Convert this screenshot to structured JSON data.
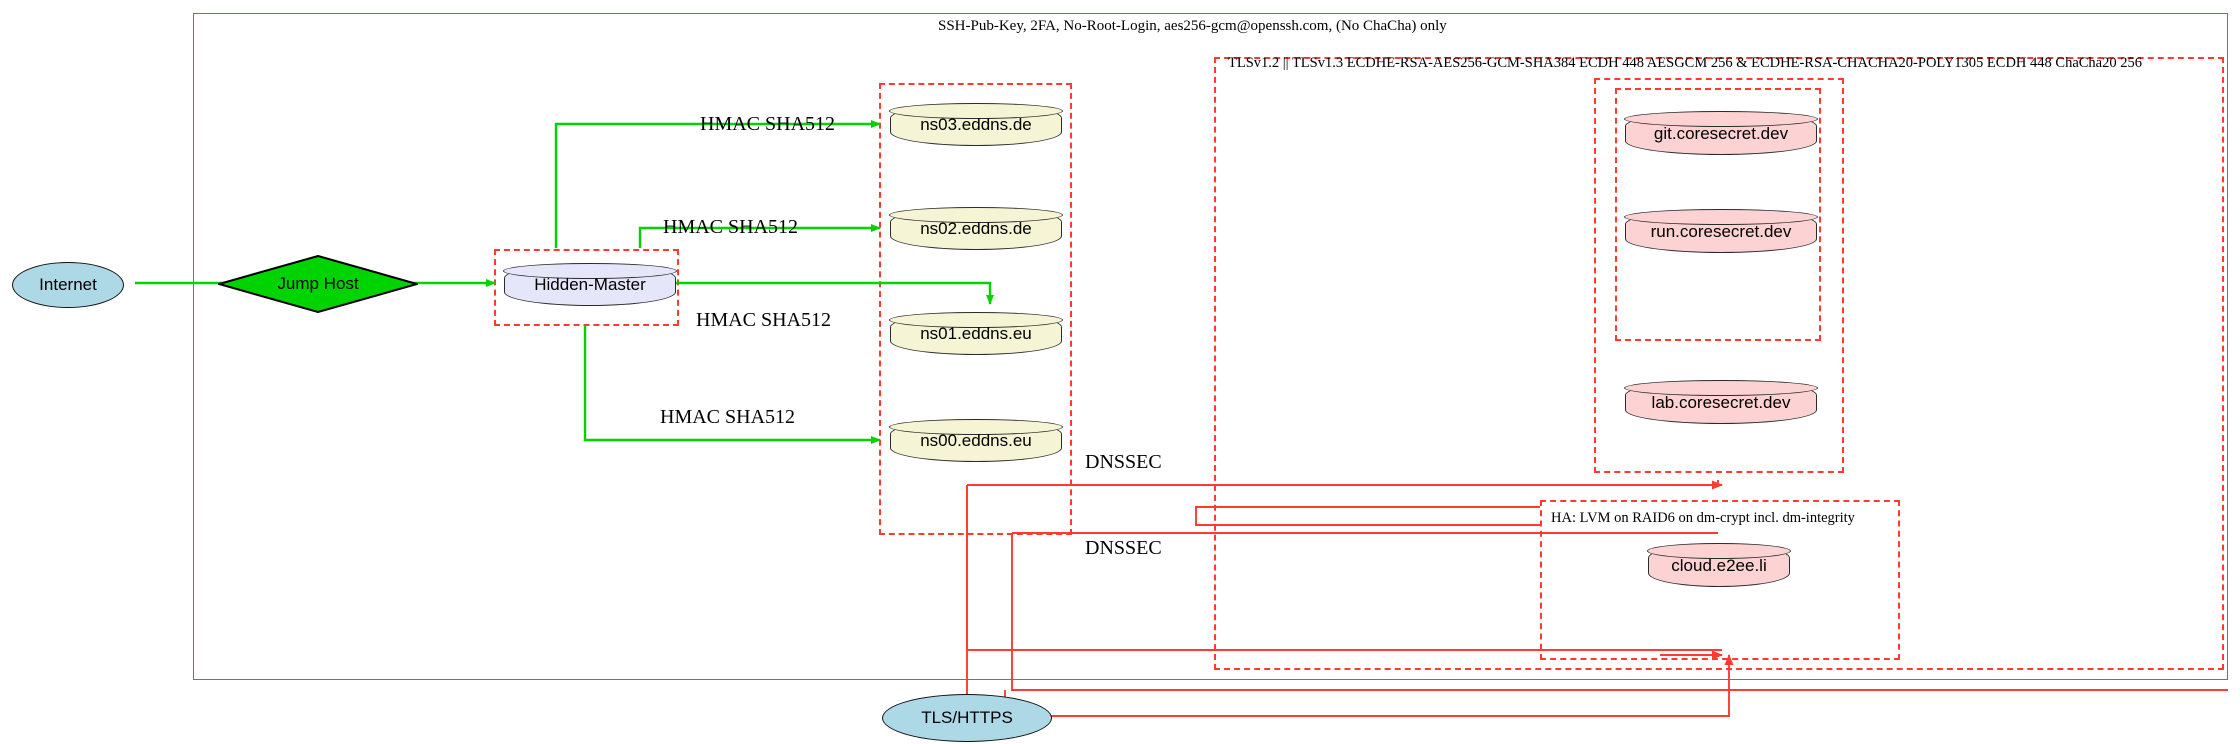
{
  "diagram": {
    "title_banner": "SSH-Pub-Key, 2FA, No-Root-Login, aes256-gcm@openssh.com, (No ChaCha) only",
    "tls_banner": "TLSv1.2 || TLSv1.3 ECDHE-RSA-AES256-GCM-SHA384 ECDH 448 AESGCM 256 & ECDHE-RSA-CHACHA20-POLY1305 ECDH 448 ChaCha20 256",
    "ha_banner": "HA: LVM on RAID6 on dm-crypt incl. dm-integrity"
  },
  "nodes": {
    "internet": {
      "label": "Internet",
      "shape": "ellipse",
      "color": "#add8e6"
    },
    "jump_host": {
      "label": "Jump Host",
      "shape": "diamond",
      "color": "#00d400"
    },
    "hidden_master": {
      "label": "Hidden-Master",
      "shape": "cylinder",
      "color": "#e6e6fa"
    },
    "tls_https": {
      "label": "TLS/HTTPS",
      "shape": "ellipse",
      "color": "#add8e6"
    },
    "ns03": {
      "label": "ns03.eddns.de",
      "shape": "cylinder",
      "color": "#f5f5d5"
    },
    "ns02": {
      "label": "ns02.eddns.de",
      "shape": "cylinder",
      "color": "#f5f5d5"
    },
    "ns01": {
      "label": "ns01.eddns.eu",
      "shape": "cylinder",
      "color": "#f5f5d5"
    },
    "ns00": {
      "label": "ns00.eddns.eu",
      "shape": "cylinder",
      "color": "#f5f5d5"
    },
    "git": {
      "label": "git.coresecret.dev",
      "shape": "cylinder",
      "color": "#fcd2d2"
    },
    "run": {
      "label": "run.coresecret.dev",
      "shape": "cylinder",
      "color": "#fcd2d2"
    },
    "lab": {
      "label": "lab.coresecret.dev",
      "shape": "cylinder",
      "color": "#fcd2d2"
    },
    "cloud": {
      "label": "cloud.e2ee.li",
      "shape": "cylinder",
      "color": "#fcd2d2"
    }
  },
  "edge_labels": {
    "hmac_ns03": "HMAC SHA512",
    "hmac_ns02": "HMAC SHA512",
    "hmac_ns01": "HMAC SHA512",
    "hmac_ns00": "HMAC SHA512",
    "dnssec_upper": "DNSSEC",
    "dnssec_lower": "DNSSEC"
  },
  "colors": {
    "edge_green": "#00d400",
    "edge_red": "#ff3b30",
    "boundary_red": "#ff3b30",
    "node_blue": "#add8e6",
    "node_lavender": "#e6e6fa",
    "node_cream": "#f5f5d5",
    "node_pink": "#fcd2d2",
    "node_green": "#00d400"
  }
}
